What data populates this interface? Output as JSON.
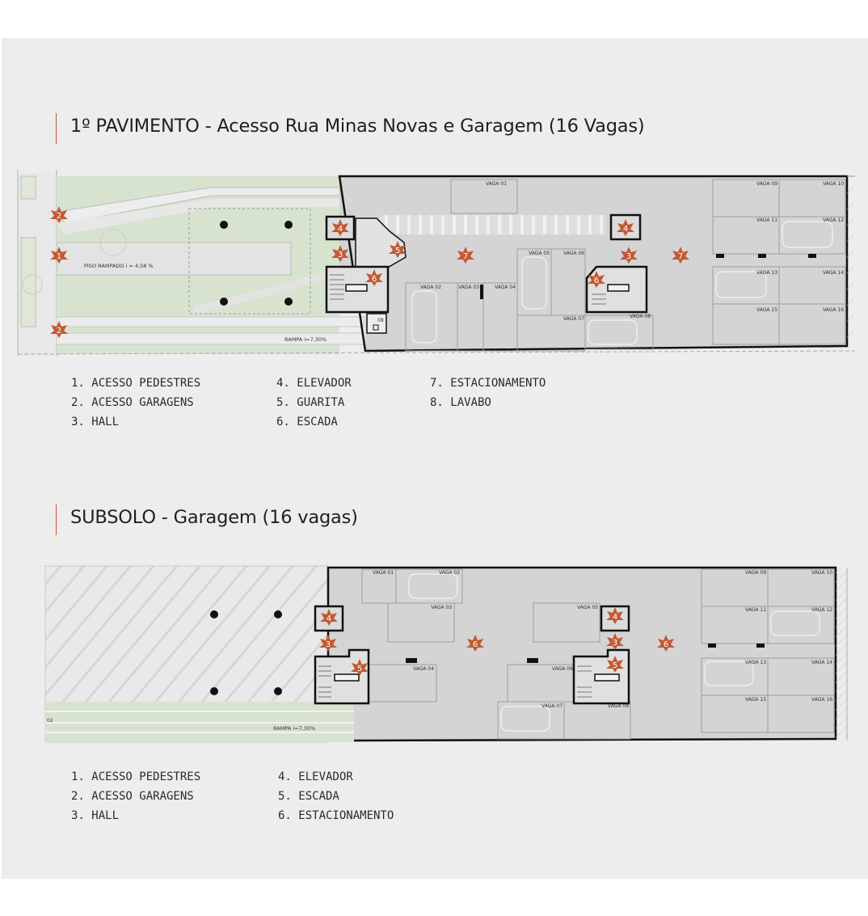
{
  "colors": {
    "accent": "#c2542d",
    "marker": "#c25a33",
    "grass": "#d7e3ce",
    "floor": "#d4d4d4",
    "panel": "#ededed"
  },
  "floor1": {
    "title": "1º PAVIMENTO - Acesso Rua Minas Novas e Garagem (16 Vagas)",
    "ramp_floor_label": "PISO RAMPADO i = 4,58 %",
    "ramp_label": "RAMPA i=7,30%",
    "lavabo_code": "08",
    "vagas": [
      "VAGA 01",
      "VAGA 02",
      "VAGA 03",
      "VAGA 04",
      "VAGA 05",
      "VAGA 06",
      "VAGA 07",
      "VAGA 08",
      "VAGA 09",
      "VAGA 10",
      "VAGA 11",
      "VAGA 12",
      "VAGA 13",
      "VAGA 14",
      "VAGA 15",
      "VAGA 16"
    ],
    "markers": [
      "2",
      "1",
      "2",
      "4",
      "3",
      "5",
      "6",
      "7",
      "4",
      "3",
      "6",
      "7"
    ],
    "legend": [
      [
        "1. ACESSO PEDESTRES",
        "2. ACESSO GARAGENS",
        "3. HALL"
      ],
      [
        "4. ELEVADOR",
        "5. GUARITA",
        "6. ESCADA"
      ],
      [
        "7. ESTACIONAMENTO",
        "8. LAVABO"
      ]
    ]
  },
  "basement": {
    "title": "SUBSOLO - Garagem (16 vagas)",
    "ramp_label": "RAMPA i=7,30%",
    "ramp_code": "02",
    "vagas": [
      "VAGA 01",
      "VAGA 02",
      "VAGA 03",
      "VAGA 04",
      "VAGA 05",
      "VAGA 06",
      "VAGA 07",
      "VAGA 08",
      "VAGA 09",
      "VAGA 10",
      "VAGA 11",
      "VAGA 12",
      "VAGA 13",
      "VAGA 14",
      "VAGA 15",
      "VAGA 16"
    ],
    "markers": [
      "4",
      "3",
      "5",
      "6",
      "4",
      "3",
      "5",
      "6"
    ],
    "legend": [
      [
        "1. ACESSO PEDESTRES",
        "2. ACESSO GARAGENS",
        "3. HALL"
      ],
      [
        "4. ELEVADOR",
        "5. ESCADA",
        "6. ESTACIONAMENTO"
      ]
    ]
  }
}
